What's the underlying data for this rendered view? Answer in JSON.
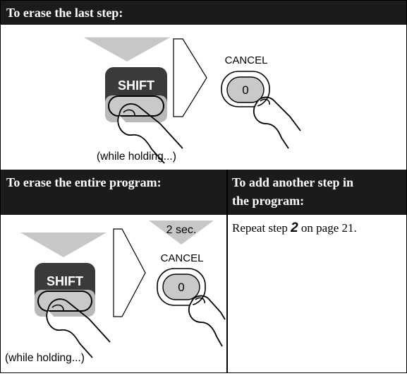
{
  "sections": {
    "erase_last": {
      "heading": "To erase the last step:",
      "shift_label": "SHIFT",
      "cancel_label": "CANCEL",
      "cancel_key": "0",
      "caption": "(while holding...)"
    },
    "erase_entire": {
      "heading": "To erase the entire program:",
      "shift_label": "SHIFT",
      "duration": "2 sec.",
      "cancel_label": "CANCEL",
      "cancel_key": "0",
      "caption": "(while holding...)"
    },
    "add_step": {
      "heading_line1": "To add another step in",
      "heading_line2": "the program:",
      "body_before": "Repeat step ",
      "step_number": "2",
      "body_after": " on page 21."
    }
  },
  "colors": {
    "header_bg": "#1b1b1b",
    "button_dark": "#3a3a3a",
    "button_light": "#c8c8c8",
    "arrow_gray": "#c7c7c7"
  }
}
